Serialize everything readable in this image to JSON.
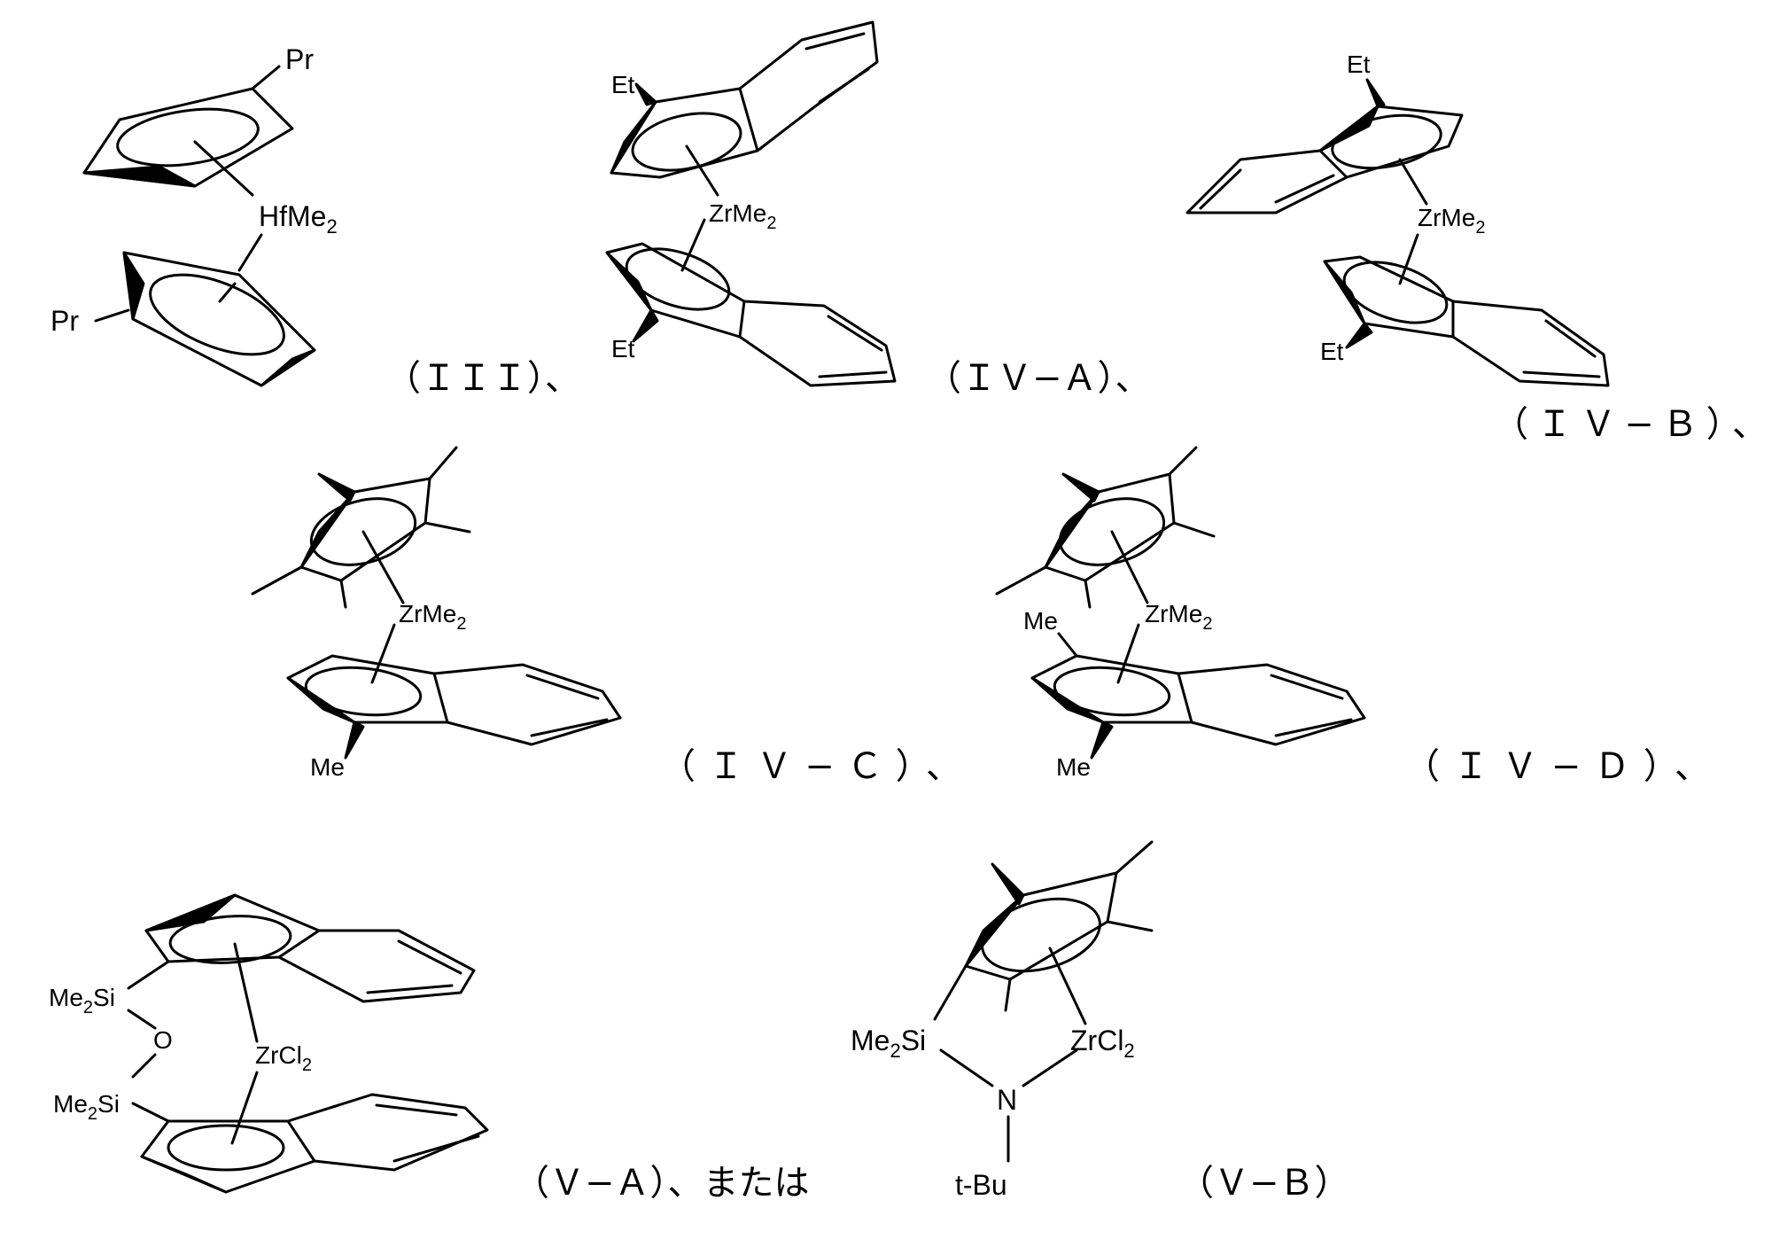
{
  "labels": {
    "iii_pr_top": "Pr",
    "iii_pr_bottom": "Pr",
    "iii_hf": "HfMe",
    "iii_hf_sub": "2",
    "iva_et_top": "Et",
    "iva_et_bottom": "Et",
    "iva_zr": "ZrMe",
    "iva_zr_sub": "2",
    "ivb_et_top": "Et",
    "ivb_et_bottom": "Et",
    "ivb_zr": "ZrMe",
    "ivb_zr_sub": "2",
    "ivc_zr": "ZrMe",
    "ivc_zr_sub": "2",
    "ivc_me": "Me",
    "ivd_zr": "ZrMe",
    "ivd_zr_sub": "2",
    "ivd_me_top": "Me",
    "ivd_me_bottom": "Me",
    "va_si1": "Me",
    "va_si1_sub": "2",
    "va_si1_tail": "Si",
    "va_o": "O",
    "va_si2": "Me",
    "va_si2_sub": "2",
    "va_si2_tail": "Si",
    "va_zr": "ZrCl",
    "va_zr_sub": "2",
    "vb_si": "Me",
    "vb_si_sub": "2",
    "vb_si_tail": "Si",
    "vb_zr": "ZrCl",
    "vb_zr_sub": "2",
    "vb_n": "N",
    "vb_tbu": "t-Bu"
  },
  "captions": {
    "iii": "（ＩＩＩ）、",
    "iva": "（ＩＶ−Ａ）、",
    "ivb": "（ＩＶ−Ｂ）、",
    "ivc": "（ＩＶ−Ｃ）、",
    "ivd": "（ＩＶ−Ｄ）、",
    "va": "（Ｖ−Ａ）、または",
    "vb": "（Ｖ−Ｂ）"
  }
}
